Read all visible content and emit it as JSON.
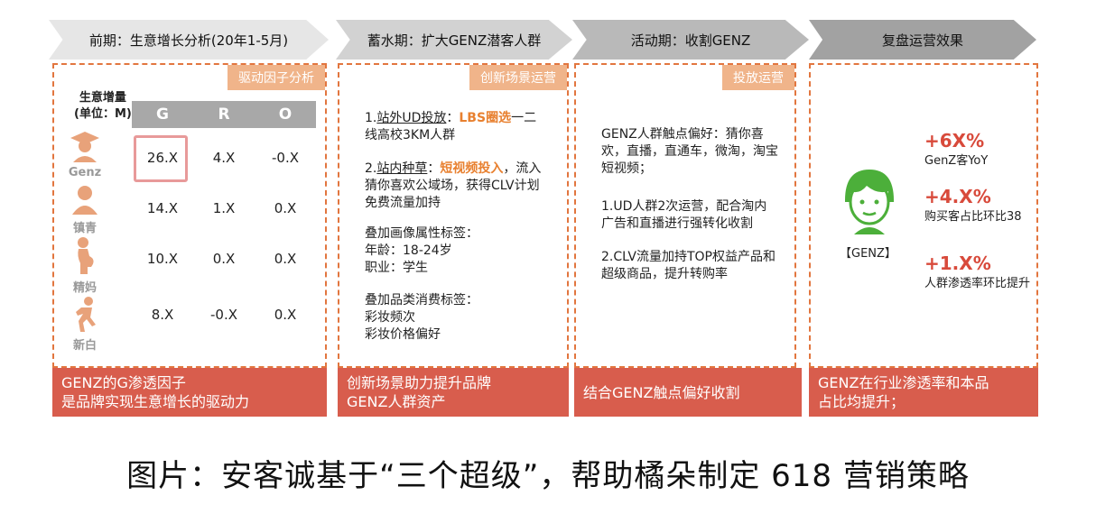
{
  "steps": [
    {
      "label": "前期：生意增长分析(20年1-5月)"
    },
    {
      "label": "蓄水期：扩大GENZ潜客人群"
    },
    {
      "label": "活动期：收割GENZ"
    },
    {
      "label": "复盘运营效果"
    }
  ],
  "panel1": {
    "tag": "驱动因子分析",
    "metric_label_line1": "生意增量",
    "metric_label_line2": "(单位：M)",
    "columns": [
      "G",
      "R",
      "O"
    ],
    "rows": [
      {
        "persona": "Genz",
        "values": [
          "26.X",
          "4.X",
          "-0.X"
        ]
      },
      {
        "persona": "镇青",
        "values": [
          "14.X",
          "1.X",
          "0.X"
        ]
      },
      {
        "persona": "精妈",
        "values": [
          "10.X",
          "0.X",
          "0.X"
        ]
      },
      {
        "persona": "新白",
        "values": [
          "8.X",
          "-0.X",
          "0.X"
        ]
      }
    ],
    "footer_line1": "GENZ的G渗透因子",
    "footer_line2": "是品牌实现生意增长的驱动力"
  },
  "panel2": {
    "tag": "创新场景运营",
    "b1_prefix": "1.",
    "b1_ul": "站外UD投放",
    "b1_colon": "：",
    "b1_hot": "LBS圈选",
    "b1_rest": "一二线高校3KM人群",
    "b2_prefix": "2.",
    "b2_ul": "站内种草",
    "b2_colon": "：",
    "b2_hot": "短视频投入",
    "b2_rest": "，流入猜你喜欢公域场，获得CLV计划免费流量加持",
    "b3_line1": "叠加画像属性标签：",
    "b3_line2": "年龄：18-24岁",
    "b3_line3": "职业：学生",
    "b4_line1": "叠加品类消费标签：",
    "b4_line2": "彩妆频次",
    "b4_line3": "彩妆价格偏好",
    "footer_line1": "创新场景助力提升品牌",
    "footer_line2": "GENZ人群资产"
  },
  "panel3": {
    "tag": "投放运营",
    "t1": "GENZ人群触点偏好：猜你喜欢，直播，直通车，微淘，淘宝短视频；",
    "t2": "1.UD人群2次运营，配合淘内广告和直播进行强转化收割",
    "t3": "2.CLV流量加持TOP权益产品和超级商品，提升转购率",
    "footer": "结合GENZ触点偏好收割"
  },
  "panel4": {
    "avatar_label": "【GENZ】",
    "kpis": [
      {
        "value": "+6X%",
        "desc": "GenZ客YoY"
      },
      {
        "value": "+4.X%",
        "desc": "购买客占比环比38"
      },
      {
        "value": "+1.X%",
        "desc": "人群渗透率环比提升"
      }
    ],
    "footer_line1": "GENZ在行业渗透率和本品",
    "footer_line2": "占比均提升；"
  },
  "caption": "图片：安客诚基于“三个超级”，帮助橘朵制定 618 营销策略",
  "colors": {
    "accent_orange": "#e2763f",
    "tag_bg": "#f0b48a",
    "footer_red": "#d85d4d",
    "kpi_red": "#d84a3b",
    "highlight": "#e8802f",
    "avatar_green": "#4caf3a"
  }
}
